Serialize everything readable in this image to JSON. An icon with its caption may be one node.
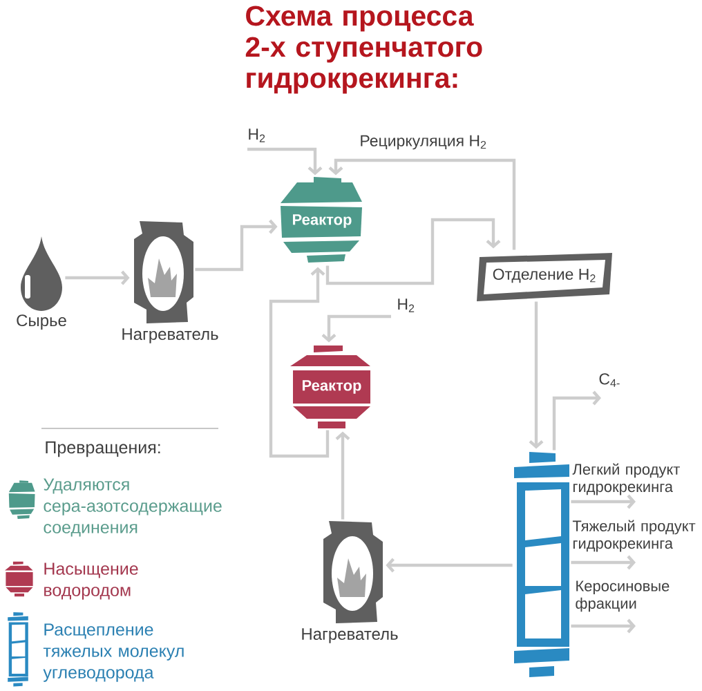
{
  "diagram": {
    "title": "Схема процесса 2-х ступенчатого гидрокрекинга:",
    "nodes": [
      {
        "text": [
          "Сырье"
        ]
      },
      {
        "text": [
          "Нагреватель"
        ]
      },
      {
        "text": [
          "Реактор"
        ]
      },
      {
        "text": [
          "Отделение H$_{2}$"
        ]
      },
      {
        "text": [
          "Реактор"
        ]
      },
      {
        "text": [
          "Нагреватель"
        ]
      },
      {
        "text": [],
        "shape": "picture"
      }
    ],
    "edges": [
      {
        "from": 0,
        "to": 1,
        "arrow": "to"
      },
      {
        "from": 1,
        "to": 2,
        "arrow": "to"
      },
      {
        "from": null,
        "to": 2,
        "arrow": "to",
        "label": "H$_{2}$"
      },
      {
        "from": 3,
        "to": 2,
        "arrow": "to",
        "label": "Рециркуляция H$_{2}$"
      },
      {
        "from": 2,
        "to": 3,
        "arrow": "to"
      },
      {
        "from": null,
        "to": 4,
        "arrow": "to",
        "label": "H$_{2}$"
      },
      {
        "from": 4,
        "to": 2,
        "arrow": "to"
      },
      {
        "from": 3,
        "to": 6,
        "arrow": "to"
      },
      {
        "from": 6,
        "to": null,
        "arrow": "to",
        "label": "C$_{4-}$"
      },
      {
        "from": 6,
        "to": 5,
        "arrow": "to"
      },
      {
        "from": 5,
        "to": 4,
        "arrow": "to"
      },
      {
        "from": 6,
        "to": null,
        "arrow": "to",
        "label": "Легкий продукт гидрокрекинга"
      },
      {
        "from": 6,
        "to": null,
        "arrow": "to",
        "label": "Тяжелый продукт гидрокрекинга"
      },
      {
        "from": 6,
        "to": null,
        "arrow": "to",
        "label": "Керосиновые фракции"
      }
    ],
    "labels": [
      "Превращения:"
    ],
    "legend": [
      {
        "text": "Удаляются сера-азотсодержащие соединения"
      },
      {
        "text": "Насыщение водородом"
      },
      {
        "text": "Расщепление тяжелых молекул углеводорода"
      }
    ]
  }
}
